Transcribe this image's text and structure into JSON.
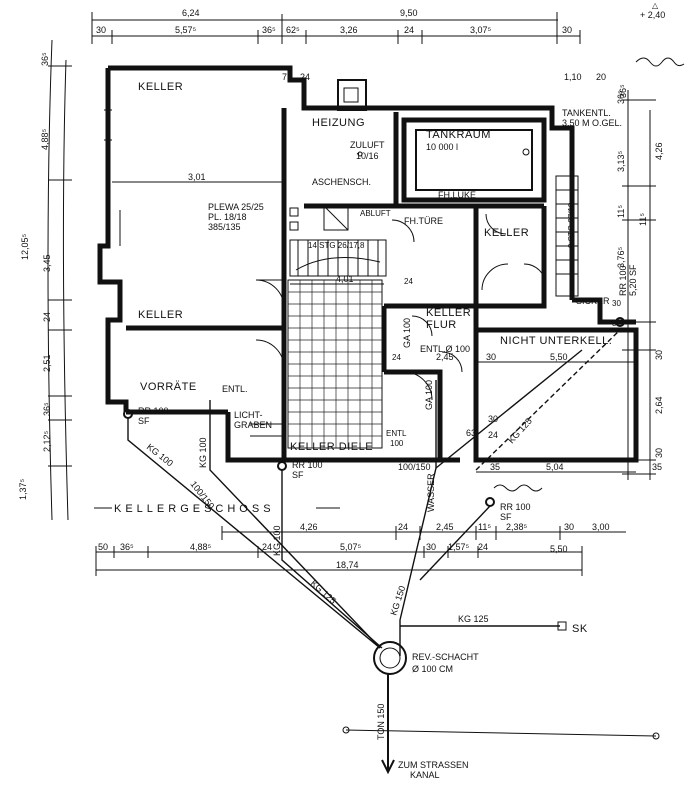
{
  "rooms": {
    "keller_top": "KELLER",
    "heizung": "HEIZUNG",
    "zuluft": "ZULUFT",
    "zuluft_size": "10/16",
    "tankraum": "TANKRAUM",
    "tank_capacity": "10 000 l",
    "aschensch": "ASCHENSCH.",
    "fh_luke": "FH.LUKE",
    "abluft": "ABLUFT",
    "fh_tuere": "FH.TÜRE",
    "keller_right": "KELLER",
    "keller_mid": "KELLER",
    "keller_flur": "KELLER",
    "flur": "FLUR",
    "nicht_unterkell": "NICHT UNTERKELL.",
    "vorraete": "VORRÄTE",
    "entl": "ENTL.",
    "licht": "LICHT-",
    "graben": "GRABEN",
    "kellerdiele": "KELLER DIELE",
    "tankentl": "TANKENTL.",
    "tankentl_sub": "3,50 M O.GEL.",
    "plewa1": "PLEWA 25/25",
    "plewa2": "PL. 18/18",
    "plewa3": "385/135",
    "stairs": "14 STG 26/17,8",
    "sicker": "SICKER",
    "entl_100": "ENTL.Ø 100",
    "entl_100b": "ENTL",
    "entl_100b_val": "100",
    "geschoss_title": "KELLERGESCHOSS"
  },
  "pipes": {
    "rr100_a": "RR 100",
    "sf_a": "SF",
    "rr100_b": "RR 100",
    "sf_b": "SF",
    "rr100_c": "RR 100",
    "sf_c": "SF",
    "rr100_d": "RR 100",
    "sf_d": "5,20 SF",
    "kg100_a": "KG 100",
    "kg100_b": "KG 100",
    "kg100_150": "100/150",
    "kg100_diag": "100/150",
    "kg100_v": "KG 100",
    "kg125_a": "KG 125",
    "kg125_b": "KG 125",
    "kg125_c": "KG 125",
    "kg150": "KG 150",
    "ga100": "GA 100",
    "ga100b": "GA 100",
    "wasser": "WASSER",
    "sk": "SK",
    "rev_schacht": "REV.-SCHACHT",
    "rev_size": "Ø 100 CM",
    "ton150": "TON 150",
    "zum": "ZUM STRASSEN",
    "kanal": "KANAL"
  },
  "dims": {
    "top_overall": "9,50",
    "top_a": "6,24",
    "top_b": "30",
    "top_c": "5,57⁵",
    "top_d": "36⁵",
    "top_e": "62⁵",
    "top_f": "3,26",
    "top_g": "24",
    "top_h": "3,07⁵",
    "top_i": "30",
    "plus240": "+ 2,40",
    "d_75": "75",
    "d_24a": "24",
    "d_110": "1,10",
    "d_20": "20",
    "d_365": "36⁵",
    "d_301": "3,01",
    "d_401": "4,01",
    "d_24b": "24",
    "d_24c": "24",
    "d_245": "2,45",
    "d_30a": "30",
    "d_550a": "5,50",
    "d_504": "5,04",
    "d_35a": "35",
    "d_30b": "30",
    "d_24d": "24",
    "d_63": "63",
    "d_30c": "30",
    "d_30d": "30",
    "left_365": "36⁵",
    "left_488": "4,88⁵",
    "left_1205": "12,05⁵",
    "left_345": "3,45",
    "left_24": "24",
    "left_251": "2,51",
    "left_36": "36⁵",
    "left_212": "2,12⁵",
    "left_137": "1,37⁵",
    "right_365": "36⁵",
    "right_3135": "3,13⁵",
    "right_426": "4,26",
    "right_115": "11⁵",
    "right_3765": "3,76⁵",
    "right_30": "30",
    "right_115b": "11⁵",
    "right_264": "2,64",
    "right_30b": "30",
    "right_35": "35",
    "bot_426": "4,26",
    "bot_24": "24",
    "bot_245": "2,45",
    "bot_115": "11⁵",
    "bot_2385": "2,38⁵",
    "bot_30": "30",
    "bot_300": "3,00",
    "bot_50": "50",
    "bot_365": "36⁵",
    "bot_488": "4,88⁵",
    "bot_24b": "24",
    "bot_5075": "5,07⁵",
    "bot_30b": "30",
    "bot_1575": "1,57⁵",
    "bot_24c": "24",
    "bot_550": "5,50",
    "bot_1874": "18,74",
    "stair_side": "9 STG 27/18"
  }
}
